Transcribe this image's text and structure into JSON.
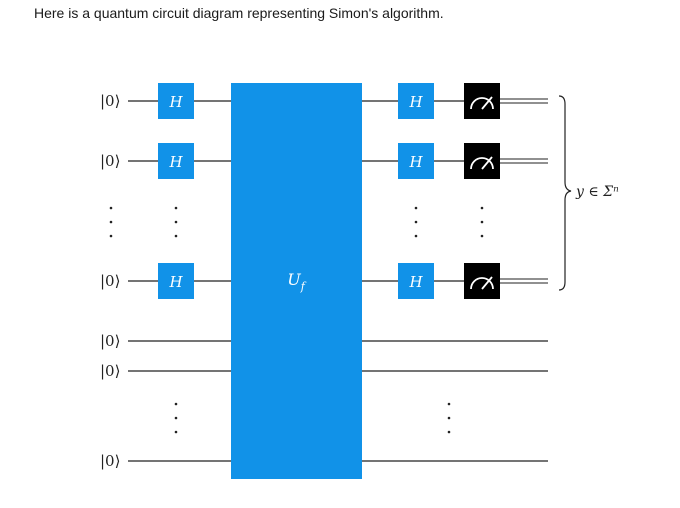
{
  "caption": "Here is a quantum circuit diagram representing Simon's algorithm.",
  "circuit": {
    "input_ket": "|0⟩",
    "hadamard_label": "H",
    "oracle_label": "U_f",
    "output_label": "y ∈ Σⁿ",
    "measurement_icon": "meter-icon",
    "colors": {
      "gate": "#1192e8",
      "oracle": "#1192e8",
      "measure": "#000000",
      "wire": "#222222"
    }
  }
}
